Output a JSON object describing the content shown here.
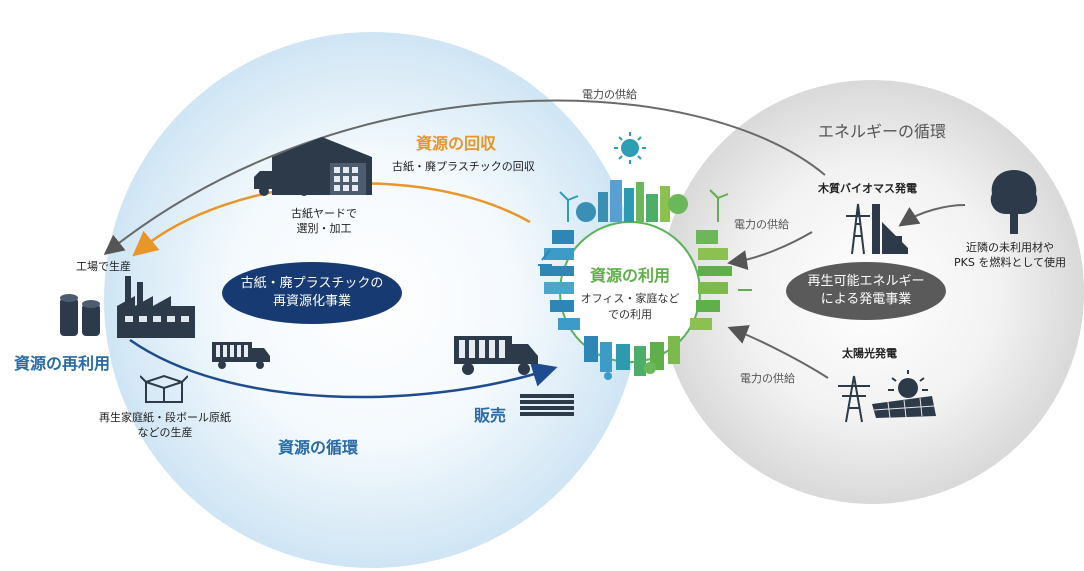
{
  "colors": {
    "left_circle": "#dcedf8",
    "right_circle": "#e6e6e6",
    "navy": "#183a72",
    "orange": "#e8962a",
    "blue_text": "#2a6aa6",
    "dark_gray": "#565656",
    "green": "#5fb04a",
    "teal": "#2e9ab0"
  },
  "diagram": {
    "top_arrow_label": "電力の供給",
    "resource_recovery": {
      "title": "資源の回収",
      "subtitle": "古紙・廃プラスチックの回収"
    },
    "yard_label_line1": "古紙ヤードで",
    "yard_label_line2": "選別・加工",
    "factory_label": "工場で生産",
    "recycling_business": {
      "line1": "古紙・廃プラスチックの",
      "line2": "再資源化事業"
    },
    "reuse_title": "資源の再利用",
    "reuse_products_line1": "再生家庭紙・段ボール原紙",
    "reuse_products_line2": "などの生産",
    "resource_cycle": "資源の循環",
    "sales": "販売",
    "resource_use": {
      "title": "資源の利用",
      "line1": "オフィス・家庭など",
      "line2": "での利用"
    },
    "energy_cycle": "エネルギーの循環",
    "biomass_plant": "木質バイオマス発電",
    "power_supply_upper": "電力の供給",
    "power_supply_lower": "電力の供給",
    "fuel_line1": "近隣の未利用材や",
    "fuel_line2": "PKS を燃料として使用",
    "renewable_business": {
      "line1": "再生可能エネルギー",
      "line2": "による発電事業"
    },
    "solar_plant": "太陽光発電"
  },
  "icons": [
    "warehouse-icon",
    "delivery-truck-icon",
    "factory-icon",
    "paper-rolls-icon",
    "cardboard-box-icon",
    "paper-stack-icon",
    "sun-icon",
    "city-skyline-icon",
    "wind-turbine-icon",
    "biomass-plant-icon",
    "power-pylon-icon",
    "tree-icon",
    "solar-panel-icon"
  ]
}
